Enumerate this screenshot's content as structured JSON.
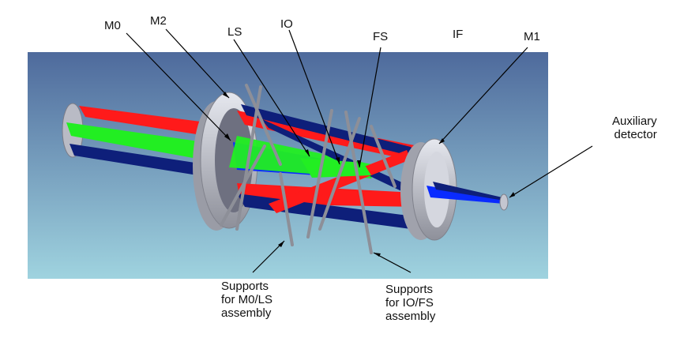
{
  "labels": {
    "m0": "M0",
    "m2": "M2",
    "ls": "LS",
    "io": "IO",
    "fs": "FS",
    "if": "IF",
    "m1": "M1",
    "aux": "Auxiliary\ndetector",
    "supports_m0_ls": "Supports\nfor M0/LS\nassembly",
    "supports_io_fs": "Supports\nfor IO/FS\nassembly"
  },
  "colors": {
    "background_top": "#4e6a9c",
    "background_bottom": "#9fd3df",
    "beam_red": "#ff1a1a",
    "beam_green": "#22ee22",
    "beam_blue": "#0a2bff",
    "beam_dark_blue": "#0e1f7a",
    "mirror_gray": "#c4c6d0",
    "support_gray": "#8d8f98"
  }
}
